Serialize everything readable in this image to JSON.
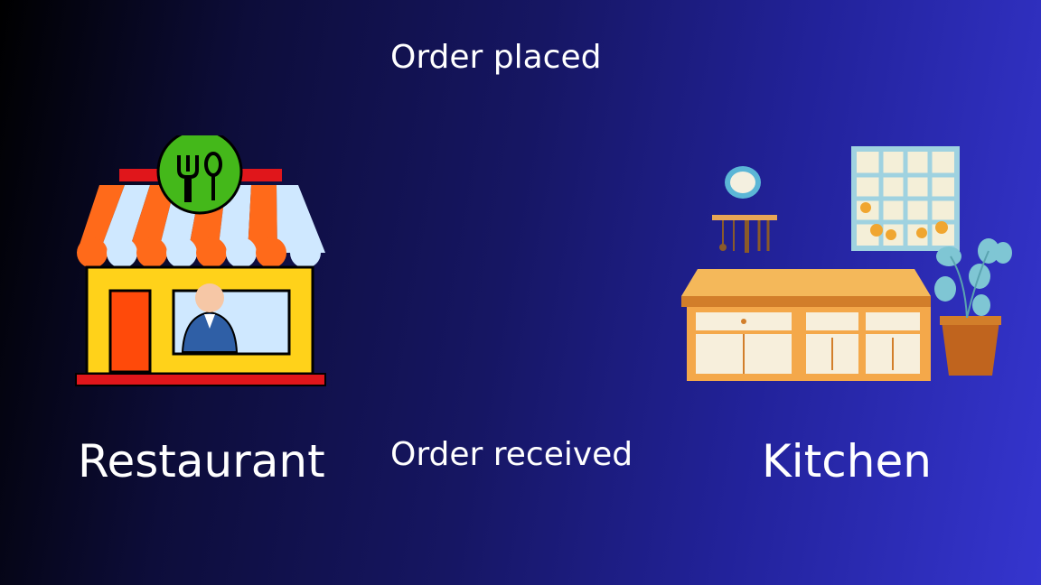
{
  "labels": {
    "top_message": "Order placed",
    "bottom_message": "Order received",
    "left_node": "Restaurant",
    "right_node": "Kitchen"
  },
  "icons": {
    "left": "restaurant-shop-icon",
    "right": "kitchen-icon"
  },
  "colors": {
    "background_start": "#000000",
    "background_end": "#3535cf",
    "text": "#ffffff"
  }
}
